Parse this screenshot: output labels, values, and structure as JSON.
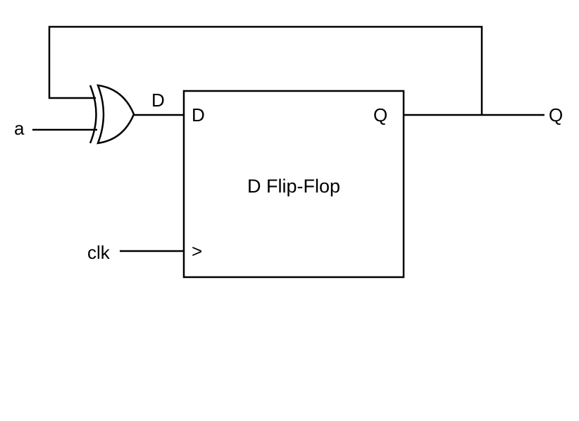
{
  "diagram": {
    "flipflop": {
      "title": "D Flip-Flop",
      "port_d": "D",
      "port_q": "Q",
      "port_clk": ">"
    },
    "gate": {
      "type": "XOR"
    },
    "signals": {
      "input_a": "a",
      "input_clk": "clk",
      "d_wire": "D",
      "output_q": "Q"
    }
  }
}
